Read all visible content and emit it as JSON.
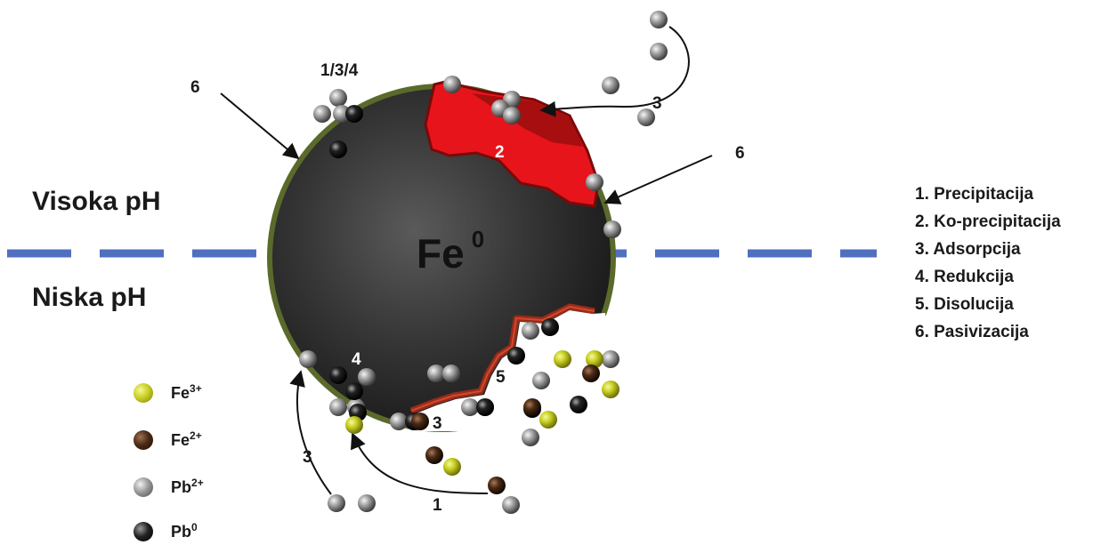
{
  "zones": {
    "high_ph": "Visoka pH",
    "low_ph": "Niska pH"
  },
  "particle": {
    "label": "Fe",
    "sup": "0"
  },
  "process_labels": {
    "top": "1/3/4",
    "top_left_6": "6",
    "top_right_3": "3",
    "red_2": "2",
    "right_6": "6",
    "bottom_4": "4",
    "bottom_5": "5",
    "bottom_3a": "3",
    "bottom_3b": "3",
    "bottom_1": "1"
  },
  "legend": [
    {
      "base": "Fe",
      "sup": "3+",
      "icon": "fe3-ion-icon",
      "color": "#c8cf20"
    },
    {
      "base": "Fe",
      "sup": "2+",
      "icon": "fe2-ion-icon",
      "color": "#4a2a15"
    },
    {
      "base": "Pb",
      "sup": "2+",
      "icon": "pb2-ion-icon",
      "color": "#9a9a9a"
    },
    {
      "base": "Pb",
      "sup": "0",
      "icon": "pb0-atom-icon",
      "color": "#222222"
    }
  ],
  "processes": [
    "1. Precipitacija",
    "2. Ko-precipitacija",
    "3. Adsorpcija",
    "4. Redukcija",
    "5. Disolucija",
    "6. Pasivizacija"
  ],
  "colors": {
    "divider": "#4f6fbf",
    "shell": "#5a6a2a",
    "core": "#3a3a3a",
    "precipitate": "#e8141b",
    "dissolution": "#9a2b18"
  }
}
